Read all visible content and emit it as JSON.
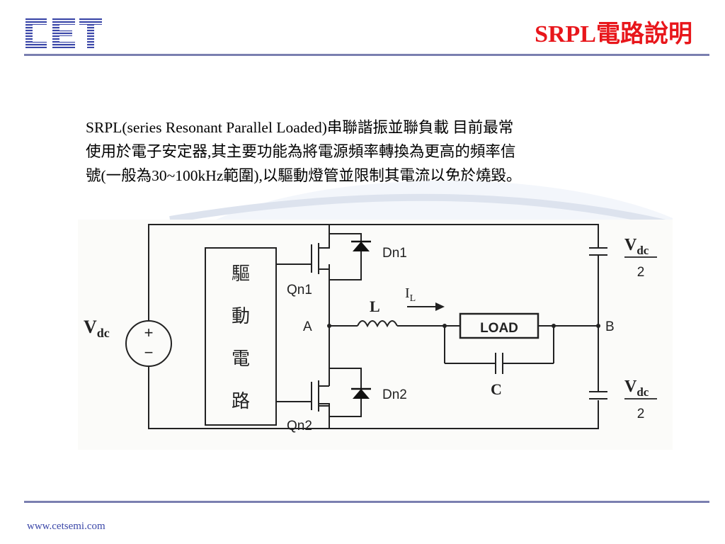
{
  "header": {
    "logo_text": "CET",
    "title": "SRPL電路說明"
  },
  "body": {
    "lines": [
      "SRPL(series Resonant Parallel Loaded)串聯諧振並聯負載 目前最常",
      "使用於電子安定器,其主要功能為將電源頻率轉換為更高的頻率信",
      "號(一般為30~100kHz範圍),以驅動燈管並限制其電流以免於燒毀。"
    ]
  },
  "circuit": {
    "driver_chars": [
      "驅",
      "動",
      "電",
      "路"
    ],
    "vdc_main": "V",
    "vdc_main_sub": "dc",
    "plus": "+",
    "minus": "−",
    "qn1": "Qn1",
    "qn2": "Qn2",
    "dn1": "Dn1",
    "dn2": "Dn2",
    "node_a": "A",
    "node_b": "B",
    "inductor": "L",
    "current": "I",
    "current_sub": "L",
    "load": "LOAD",
    "cap": "C",
    "vdc_top": "V",
    "vdc_top_sub": "dc",
    "half_top": "2",
    "vdc_bot": "V",
    "vdc_bot_sub": "dc",
    "half_bot": "2"
  },
  "footer": {
    "url": "www.cetsemi.com"
  },
  "colors": {
    "title": "#e8161b",
    "logo": "#3b47a8",
    "rule": "#7a7fb0",
    "footer": "#3b47a8"
  }
}
